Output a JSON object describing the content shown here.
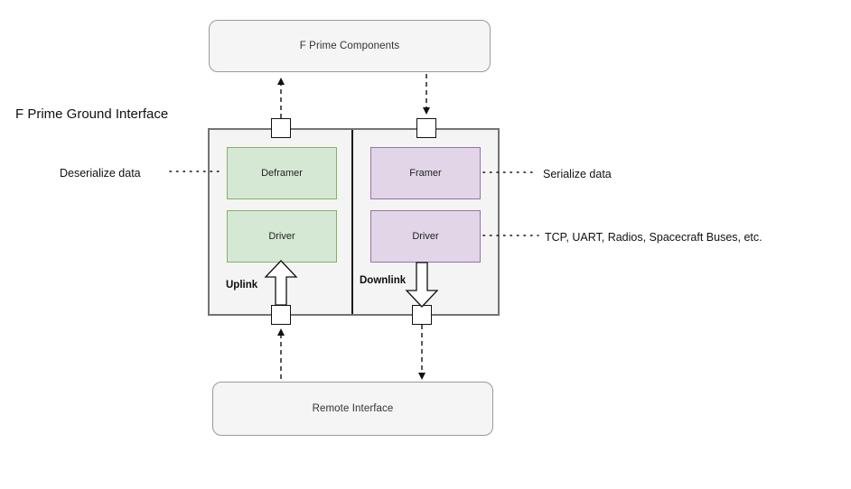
{
  "diagram": {
    "title": "F Prime Ground Interface",
    "top_box": {
      "label": "F Prime Components"
    },
    "bottom_box": {
      "label": "Remote Interface"
    },
    "uplink": {
      "flow_label": "Uplink",
      "side_label": "Deserialize data",
      "components": [
        {
          "label": "Deframer"
        },
        {
          "label": "Driver"
        }
      ]
    },
    "downlink": {
      "flow_label": "Downlink",
      "side_label_framer": "Serialize data",
      "side_label_driver": "TCP, UART, Radios, Spacecraft Buses, etc.",
      "components": [
        {
          "label": "Framer"
        },
        {
          "label": "Driver"
        }
      ]
    },
    "colors": {
      "uplink_fill": "#d5e8d4",
      "uplink_stroke": "#82b366",
      "downlink_fill": "#e1d5e7",
      "downlink_stroke": "#9673a6",
      "container_fill": "#f4f4f4",
      "container_stroke": "#737373",
      "outer_box_fill": "#f5f5f5",
      "outer_box_stroke": "#9a9a9a",
      "port_fill": "#ffffff",
      "port_stroke": "#111111",
      "line_stroke": "#111111"
    }
  }
}
